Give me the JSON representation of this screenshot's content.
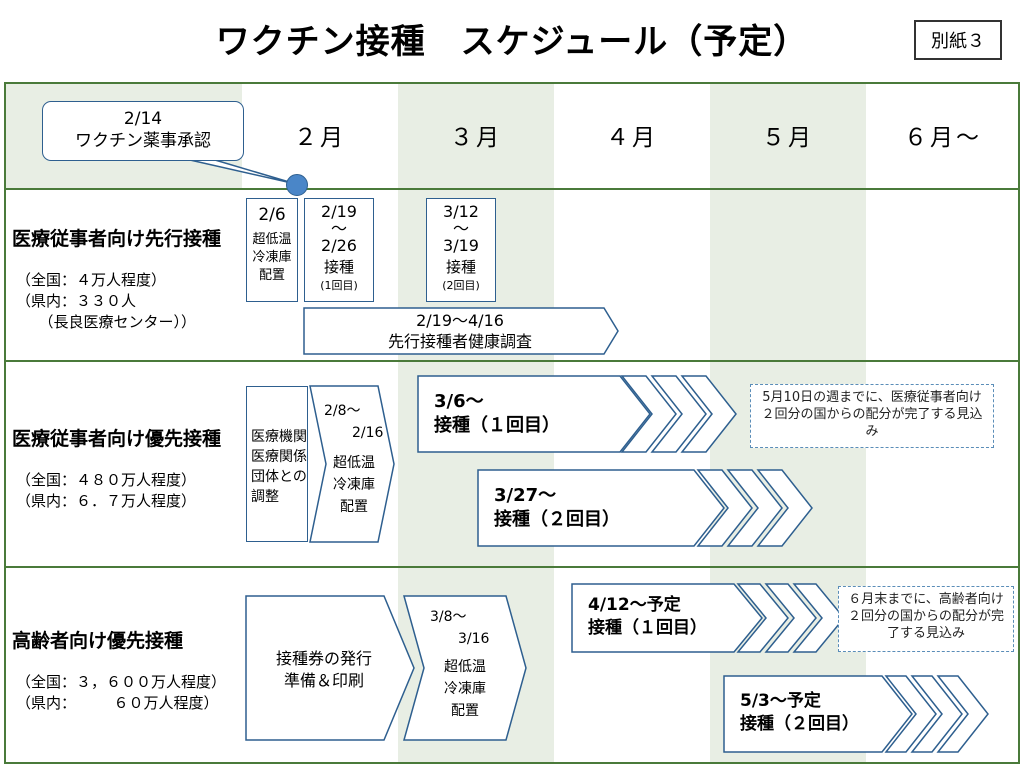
{
  "title": "ワクチン接種　スケジュール（予定）",
  "badge": "別紙３",
  "months": [
    "２月",
    "３月",
    "４月",
    "５月",
    "６月～"
  ],
  "callout": {
    "line1": "2/14",
    "line2": "ワクチン薬事承認"
  },
  "rows": [
    {
      "label": "医療従事者向け先行接種",
      "sub": "（全国：４万人程度）\n（県内：３３０人\n　　（長良医療センター））"
    },
    {
      "label": "医療従事者向け優先接種",
      "sub": "（全国：４８０万人程度）\n（県内：６．７万人程度）"
    },
    {
      "label": "高齢者向け優先接種",
      "sub": "（全国：３，６００万人程度）\n（県内：　　　６０万人程度）"
    }
  ],
  "row1": {
    "box1": {
      "date": "2/6",
      "text": "超低温\n冷凍庫\n配置"
    },
    "box2": {
      "date": "2/19\n～\n2/26",
      "text": "接種",
      "small": "(1回目)"
    },
    "box3": {
      "date": "3/12\n～\n3/19",
      "text": "接種",
      "small": "(2回目)"
    },
    "arrow": {
      "date": "2/19～4/16",
      "text": "先行接種者健康調査"
    }
  },
  "row2": {
    "box1": "医療機関\n医療関係\n団体との\n調整",
    "box2": {
      "date": "2/8～\n　　2/16",
      "text": "超低温\n冷凍庫\n配置"
    },
    "arrow1": {
      "date": "3/6～",
      "text": "接種（１回目）"
    },
    "arrow2": {
      "date": "3/27～",
      "text": "接種（２回目）"
    },
    "note": "5月10日の週までに、医療従事者向け２回分の国からの配分が完了する見込み"
  },
  "row3": {
    "box1": "接種券の発行\n準備＆印刷",
    "box2": {
      "date": "3/8～\n　　3/16",
      "text": "超低温\n冷凍庫\n配置"
    },
    "arrow1": {
      "date": "4/12～予定",
      "text": "接種（１回目）"
    },
    "arrow2": {
      "date": "5/3～予定",
      "text": "接種（２回目）"
    },
    "note": "６月末までに、高齢者向け２回分の国からの配分が完了する見込み"
  }
}
